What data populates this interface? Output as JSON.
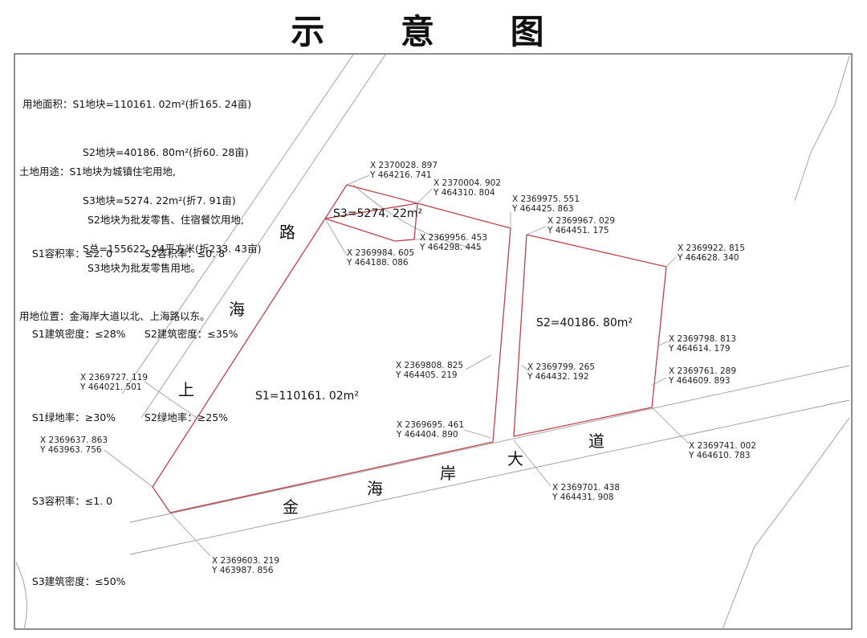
{
  "title": "示 意 图",
  "land_area": {
    "line1": "用地面积：S1地块=110161. 02m²(折165. 24亩)",
    "line2": "S2地块=40186. 80m²(折60. 28亩)",
    "line3": "S3地块=5274. 22m²(折7. 91亩)",
    "line4": "S总=155622. 04平方米(折233. 43亩)"
  },
  "land_use": {
    "line1": "土地用途：S1地块为城镇住宅用地,",
    "line2": "S2地块为批发零售、住宿餐饮用地,",
    "line3": "S3地块为批发零售用地。"
  },
  "location": "用地位置：金海岸大道以北、上海路以东。",
  "indices": {
    "s1_far": "S1容积率：≤2. 0",
    "s2_far": "S2容积率：≤0. 8",
    "s1_density": "S1建筑密度：≤28%",
    "s2_density": "S2建筑密度：≤35%",
    "s1_green": "S1绿地率：≥30%",
    "s2_green": "S2绿地率：≥25%",
    "s3_far": "S3容积率：≤1. 0",
    "s3_density": "S3建筑密度：≤50%"
  },
  "parcels": {
    "s1": "S1=110161. 02m²",
    "s2": "S2=40186. 80m²",
    "s3": "S3=5274. 22m²"
  },
  "roads": {
    "shanghai": [
      "路",
      "海",
      "上"
    ],
    "jinhaian": [
      "金",
      "海",
      "岸",
      "大",
      "道"
    ]
  },
  "coords": [
    {
      "x": "X 2370028. 897",
      "y": "Y 464216. 741"
    },
    {
      "x": "X 2370004. 902",
      "y": "Y 464310. 804"
    },
    {
      "x": "X 2369975. 551",
      "y": "Y 464425. 863"
    },
    {
      "x": "X 2369967. 029",
      "y": "Y 464451. 175"
    },
    {
      "x": "X 2369956. 453",
      "y": "Y 464298. 445"
    },
    {
      "x": "X 2369984. 605",
      "y": "Y 464188. 086"
    },
    {
      "x": "X 2369922. 815",
      "y": "Y 464628. 340"
    },
    {
      "x": "X 2369798. 813",
      "y": "Y 464614. 179"
    },
    {
      "x": "X 2369808. 825",
      "y": "Y 464405. 219"
    },
    {
      "x": "X 2369799. 265",
      "y": "Y 464432. 192"
    },
    {
      "x": "X 2369727. 119",
      "y": "Y 464021. 501"
    },
    {
      "x": "X 2369761. 289",
      "y": "Y 464609. 893"
    },
    {
      "x": "X 2369637. 863",
      "y": "Y 463963. 756"
    },
    {
      "x": "X 2369695. 461",
      "y": "Y 464404. 890"
    },
    {
      "x": "X 2369741. 002",
      "y": "Y 464610. 783"
    },
    {
      "x": "X 2369701. 438",
      "y": "Y 464431. 908"
    },
    {
      "x": "X 2369603. 219",
      "y": "Y 463987. 856"
    }
  ],
  "colors": {
    "boundary": "#c0404a",
    "road": "#9a9a9a",
    "frame": "#444444"
  }
}
